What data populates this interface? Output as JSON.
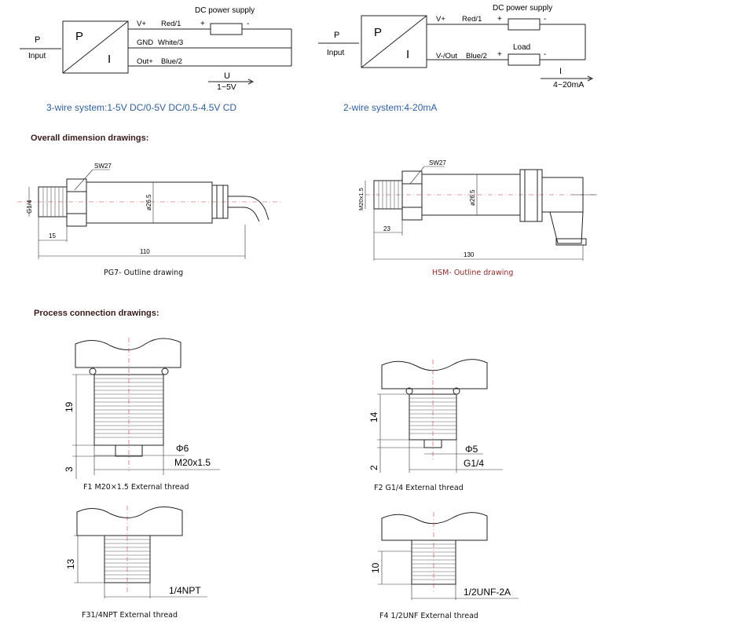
{
  "wiring": {
    "three_wire": {
      "p_label": "P",
      "input_label": "Input",
      "box_p": "P",
      "box_i": "I",
      "supply_label": "DC power supply",
      "plus": "+",
      "minus": "-",
      "row1": "V+",
      "row1_color": "Red/1",
      "row2": "GND",
      "row2_color": "White/3",
      "row3": "Out+",
      "row3_color": "Blue/2",
      "meas_symbol": "U",
      "meas_range": "1~5V",
      "caption": "3-wire system:1-5V DC/0-5V DC/0.5-4.5V CD"
    },
    "two_wire": {
      "p_label": "P",
      "input_label": "Input",
      "box_p": "P",
      "box_i": "I",
      "supply_label": "DC power supply",
      "plus": "+",
      "minus": "-",
      "row1": "V+",
      "row1_color": "Red/1",
      "row2": "V-/Out",
      "row2_color": "Blue/2",
      "load_label": "Load",
      "plus2": "+",
      "minus2": "-",
      "meas_symbol": "I",
      "meas_range": "4~20mA",
      "caption": "2-wire system:4-20mA"
    }
  },
  "dimension": {
    "heading": "Overall dimension drawings:",
    "pg7": {
      "sw": "SW27",
      "thread": "G1/4",
      "diameter": "ø26.5",
      "dim_short": "15",
      "dim_total": "110",
      "caption": "PG7- Outline drawing"
    },
    "hsm": {
      "sw": "SW27",
      "thread": "M20x1.5",
      "diameter": "ø26.5",
      "dim_short": "23",
      "dim_total": "130",
      "caption": "HSM- Outline drawing"
    }
  },
  "process": {
    "heading": "Process connection drawings:",
    "f1": {
      "height": "19",
      "base": "3",
      "bore": "Φ6",
      "thread": "M20x1.5",
      "caption": "F1 M20×1.5 External thread"
    },
    "f2": {
      "height": "14",
      "base": "2",
      "bore": "Φ5",
      "thread": "G1/4",
      "caption": "F2 G1/4 External thread"
    },
    "f3": {
      "height": "13",
      "thread": "1/4NPT",
      "caption": "F31/4NPT External thread"
    },
    "f4": {
      "height": "10",
      "thread": "1/2UNF-2A",
      "caption": "F4 1/2UNF External thread"
    }
  },
  "colors": {
    "caption_blue": "#2f5f9e",
    "heading": "#3a1a1a",
    "center_line": "#c04040",
    "hsm_caption": "#8a2a2a"
  }
}
